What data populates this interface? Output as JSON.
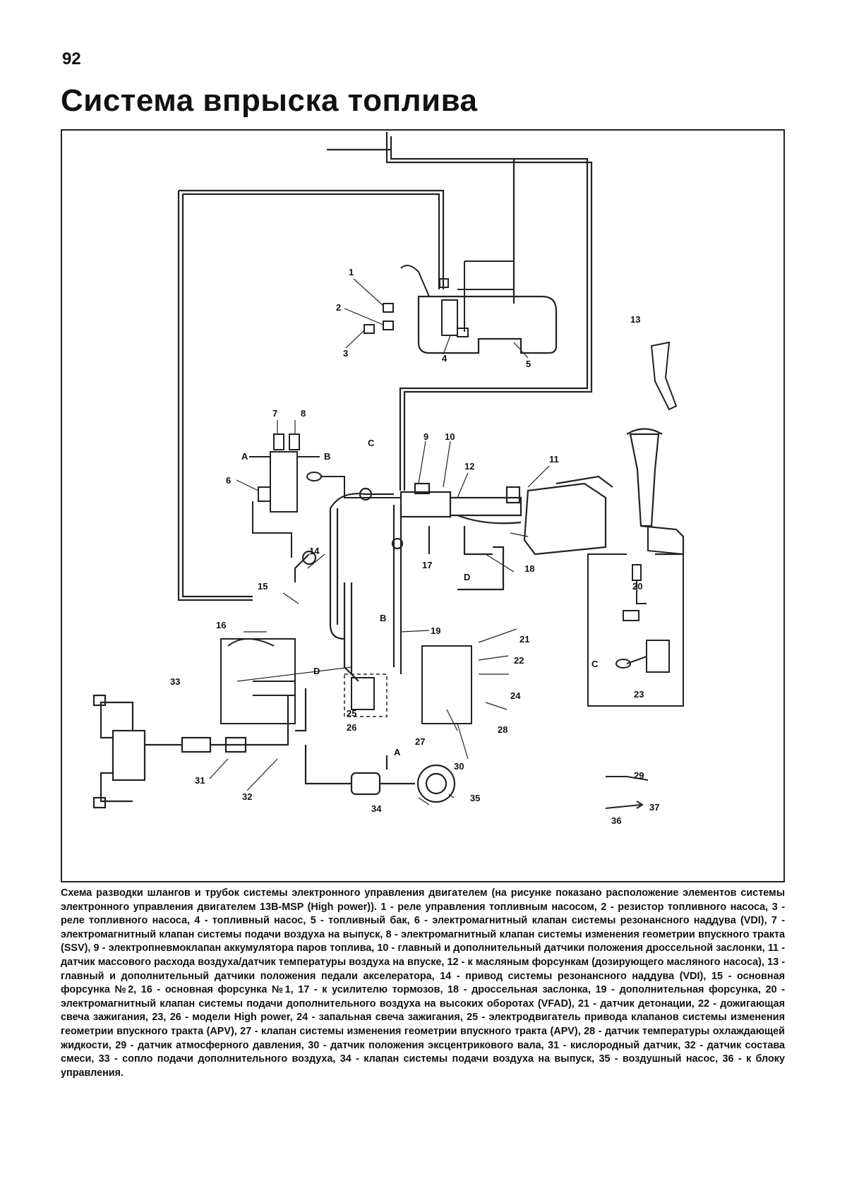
{
  "page": {
    "number": "92",
    "title": "Система впрыска топлива"
  },
  "caption": "Схема разводки шлангов и трубок системы электронного управления двигателем (на рисунке показано расположение элементов системы электронного управления двигателем 13B-MSP (High power)). 1 - реле управления топливным насосом, 2 - резистор топливного насоса, 3 - реле топливного насоса, 4 - топливный насос, 5 - топливный бак, 6 - электромагнитный клапан системы резонансного наддува (VDI), 7 - электромагнитный клапан системы подачи воздуха на выпуск, 8 - электромагнитный клапан системы изменения геометрии впускного тракта (SSV), 9 - электропневмоклапан аккумулятора паров топлива, 10 - главный и дополнительный датчики положения дроссельной заслонки, 11 - датчик массового расхода воздуха/датчик температуры воздуха на впуске, 12 - к масляным форсункам (дозирующего масляного насоса), 13 - главный и дополнительный датчики положения педали акселератора, 14 - привод системы резонансного наддува (VDI), 15 - основная форсунка №2, 16 - основная форсунка №1, 17 - к усилителю тормозов, 18 - дроссельная заслонка, 19 - дополнительная форсунка, 20 - электромагнитный клапан системы подачи дополнительного воздуха на высоких оборотах (VFAD), 21 - датчик детонации, 22 - дожигающая свеча зажигания, 23, 26 - модели High power, 24 - запальная свеча зажигания, 25 - электродвигатель привода клапанов системы изменения геометрии впускного тракта (APV), 27 - клапан системы изменения геометрии впускного тракта (APV), 28 - датчик температуры охлаждающей жидкости, 29 - датчик атмосферного давления, 30 - датчик положения эксцентрикового вала, 31 - кислородный датчик, 32 - датчик состава смеси, 33 - сопло подачи дополнительного воздуха, 34 - клапан системы подачи воздуха на выпуск, 35 - воздушный насос, 36 - к блоку управления.",
  "callouts": [
    {
      "id": "c1",
      "text": "1"
    },
    {
      "id": "c2",
      "text": "2"
    },
    {
      "id": "c3",
      "text": "3"
    },
    {
      "id": "c4",
      "text": "4"
    },
    {
      "id": "c5",
      "text": "5"
    },
    {
      "id": "c6",
      "text": "6"
    },
    {
      "id": "c7",
      "text": "7"
    },
    {
      "id": "c8",
      "text": "8"
    },
    {
      "id": "c9",
      "text": "9"
    },
    {
      "id": "c10",
      "text": "10"
    },
    {
      "id": "c11",
      "text": "11"
    },
    {
      "id": "c12",
      "text": "12"
    },
    {
      "id": "c13",
      "text": "13"
    },
    {
      "id": "c14",
      "text": "14"
    },
    {
      "id": "c15",
      "text": "15"
    },
    {
      "id": "c16",
      "text": "16"
    },
    {
      "id": "c17",
      "text": "17"
    },
    {
      "id": "c18",
      "text": "18"
    },
    {
      "id": "c19",
      "text": "19"
    },
    {
      "id": "c20",
      "text": "20"
    },
    {
      "id": "c21",
      "text": "21"
    },
    {
      "id": "c22",
      "text": "22"
    },
    {
      "id": "c23",
      "text": "23"
    },
    {
      "id": "c24",
      "text": "24"
    },
    {
      "id": "c25",
      "text": "25"
    },
    {
      "id": "c26",
      "text": "26"
    },
    {
      "id": "c27",
      "text": "27"
    },
    {
      "id": "c28",
      "text": "28"
    },
    {
      "id": "c29",
      "text": "29"
    },
    {
      "id": "c30",
      "text": "30"
    },
    {
      "id": "c31",
      "text": "31"
    },
    {
      "id": "c32",
      "text": "32"
    },
    {
      "id": "c33",
      "text": "33"
    },
    {
      "id": "c34",
      "text": "34"
    },
    {
      "id": "c35",
      "text": "35"
    },
    {
      "id": "c36",
      "text": "36"
    },
    {
      "id": "c37",
      "text": "37"
    }
  ],
  "letters": {
    "a1": "A",
    "a2": "A",
    "b1": "B",
    "b2": "B",
    "c_top": "C",
    "c_right": "C",
    "d1": "D",
    "d2": "D"
  }
}
